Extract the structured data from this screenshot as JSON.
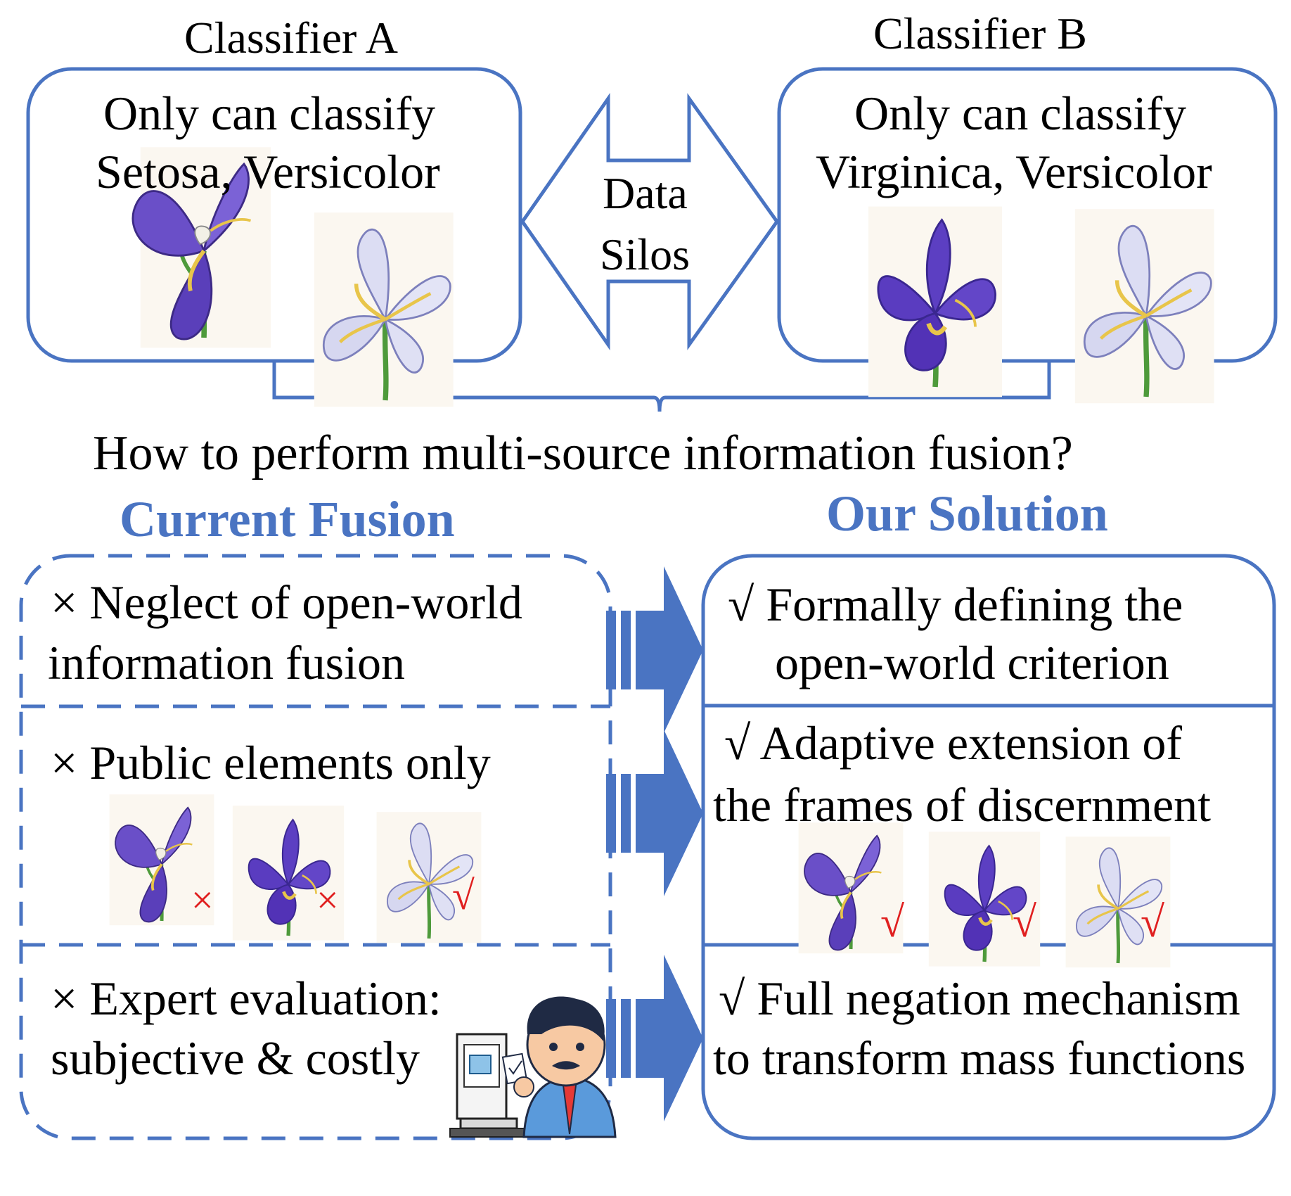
{
  "classifier_a": {
    "title": "Classifier A",
    "line1": "Only can classify",
    "line2": "Setosa, Versicolor",
    "flowers": [
      "setosa-iris",
      "versicolor-iris"
    ]
  },
  "classifier_b": {
    "title": "Classifier B",
    "line1": "Only can classify",
    "line2": "Virginica, Versicolor",
    "flowers": [
      "virginica-iris",
      "versicolor-iris"
    ]
  },
  "data_silos": {
    "line1": "Data",
    "line2": "Silos"
  },
  "question": "How to perform multi-source information fusion?",
  "current_fusion": {
    "title": "Current Fusion",
    "items": [
      {
        "line1": "× Neglect of open-world",
        "line2": "information fusion"
      },
      {
        "line1": "× Public elements only",
        "marks": [
          "×",
          "×",
          "√"
        ]
      },
      {
        "line1": "× Expert evaluation:",
        "line2": "subjective & costly"
      }
    ]
  },
  "our_solution": {
    "title": "Our Solution",
    "items": [
      {
        "line1": "√ Formally defining the",
        "line2": "open-world criterion"
      },
      {
        "line1": "√ Adaptive extension of",
        "line2": "the frames of discernment",
        "marks": [
          "√",
          "√",
          "√"
        ]
      },
      {
        "line1": "√ Full negation mechanism",
        "line2": "to transform mass functions"
      }
    ]
  },
  "colors": {
    "accent": "#4A74C2",
    "mark": "#E02020",
    "iris_purple": "#6A4FC8",
    "iris_pale": "#DCDDF3"
  }
}
